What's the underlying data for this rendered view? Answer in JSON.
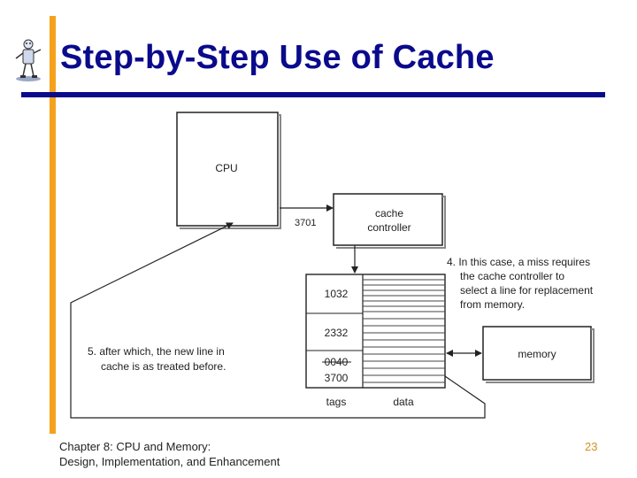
{
  "slide": {
    "title": "Step-by-Step Use of Cache",
    "footer_line1": "Chapter 8: CPU and Memory:",
    "footer_line2": "Design, Implementation, and Enhancement",
    "page_number": "23"
  },
  "diagram": {
    "cpu_label": "CPU",
    "address_label": "3701",
    "cache_controller_line1": "cache",
    "cache_controller_line2": "controller",
    "memory_label": "memory",
    "tags": [
      "1032",
      "2332",
      "0040",
      "3700"
    ],
    "tags_label": "tags",
    "data_label": "data",
    "step4_lines": [
      "4. In this case, a miss requires",
      "the cache controller to",
      "select a line for replacement",
      "from memory."
    ],
    "step5_lines": [
      "5. after which, the new line in",
      "cache is as treated before."
    ]
  },
  "colors": {
    "title": "#0a0a8c",
    "accent_bar": "#f4a21b",
    "page_number": "#d4901c"
  }
}
